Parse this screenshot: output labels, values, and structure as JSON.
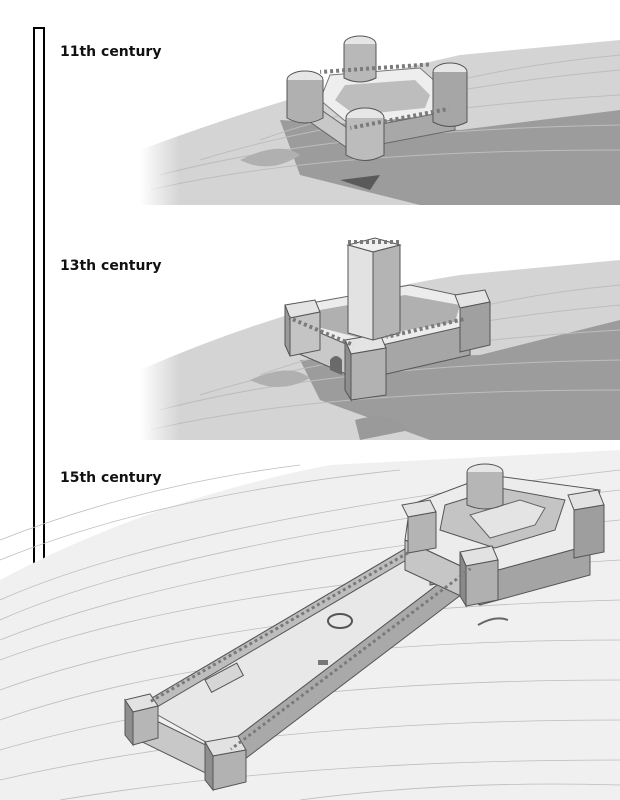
{
  "periods": [
    {
      "label": "11th century",
      "stage": "four-corner-tower castle"
    },
    {
      "label": "13th century",
      "stage": "castle with central keep tower"
    },
    {
      "label": "15th century",
      "stage": "castle with elongated walled enclosure"
    }
  ],
  "colors": {
    "background": "#ffffff",
    "terrain": "#d2d2d2",
    "shadow": "#9e9e9e",
    "stone_top": "#e9e9e9",
    "stone_side": "#b5b5b5",
    "stone_front": "#cbcbcb",
    "stone_dark": "#8a8a8a",
    "contour": "#b8b8b8",
    "arrow": "#000000"
  },
  "icons": {
    "timeline": "down-arrow-icon"
  }
}
